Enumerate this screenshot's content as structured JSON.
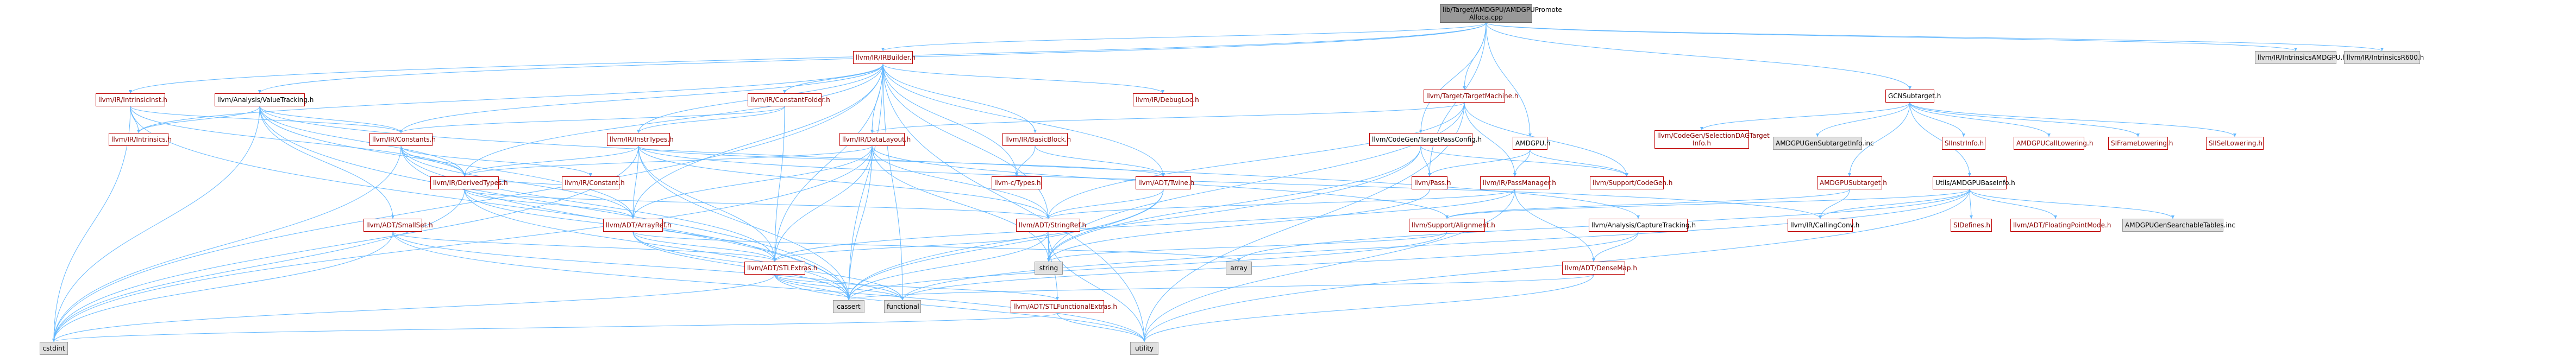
{
  "graph": {
    "nodes": [
      {
        "id": "root",
        "label": "lib/Target/AMDGPU/AMDGPUPromote\nAlloca.cpp",
        "kind": "root"
      },
      {
        "id": "irbuilder",
        "label": "llvm/IR/IRBuilder.h",
        "kind": "red"
      },
      {
        "id": "amdgpuh",
        "label": "AMDGPU.h",
        "kind": "plain"
      },
      {
        "id": "targetmachine",
        "label": "llvm/Target/TargetMachine.h",
        "kind": "red"
      },
      {
        "id": "gcnsubtarget",
        "label": "GCNSubtarget.h",
        "kind": "plain"
      },
      {
        "id": "intrinsicsamdgpu",
        "label": "llvm/IR/IntrinsicsAMDGPU.h",
        "kind": "gray"
      },
      {
        "id": "intrinsicsr600",
        "label": "llvm/IR/IntrinsicsR600.h",
        "kind": "gray"
      },
      {
        "id": "intrinsicinst",
        "label": "llvm/IR/IntrinsicInst.h",
        "kind": "red"
      },
      {
        "id": "valuetracking",
        "label": "llvm/Analysis/ValueTracking.h",
        "kind": "plain"
      },
      {
        "id": "constantfolder",
        "label": "llvm/IR/ConstantFolder.h",
        "kind": "red"
      },
      {
        "id": "debugloc",
        "label": "llvm/IR/DebugLoc.h",
        "kind": "red"
      },
      {
        "id": "basicblock",
        "label": "llvm/IR/BasicBlock.h",
        "kind": "red"
      },
      {
        "id": "targetpassconfig",
        "label": "llvm/CodeGen/TargetPassConfig.h",
        "kind": "plain"
      },
      {
        "id": "codegenselectiondag",
        "label": "llvm/CodeGen/SelectionDAGTarget\nInfo.h",
        "kind": "red"
      },
      {
        "id": "amdgpugensubtargetinfo",
        "label": "AMDGPUGenSubtargetInfo.inc",
        "kind": "gray"
      },
      {
        "id": "siinstrinfo",
        "label": "SIInstrInfo.h",
        "kind": "red"
      },
      {
        "id": "amdgpucalllowering",
        "label": "AMDGPUCallLowering.h",
        "kind": "red"
      },
      {
        "id": "siframelowering",
        "label": "SIFrameLowering.h",
        "kind": "red"
      },
      {
        "id": "siisellowering",
        "label": "SIISelLowering.h",
        "kind": "red"
      },
      {
        "id": "irintrinsics",
        "label": "llvm/IR/Intrinsics.h",
        "kind": "red"
      },
      {
        "id": "irconstants",
        "label": "llvm/IR/Constants.h",
        "kind": "red"
      },
      {
        "id": "instrtypes",
        "label": "llvm/IR/InstrTypes.h",
        "kind": "red"
      },
      {
        "id": "datalayout",
        "label": "llvm/IR/DataLayout.h",
        "kind": "red"
      },
      {
        "id": "ctypes",
        "label": "llvm-c/Types.h",
        "kind": "red"
      },
      {
        "id": "twine",
        "label": "llvm/ADT/Twine.h",
        "kind": "red"
      },
      {
        "id": "pass",
        "label": "llvm/Pass.h",
        "kind": "red"
      },
      {
        "id": "passmanager",
        "label": "llvm/IR/PassManager.h",
        "kind": "red"
      },
      {
        "id": "supportcodegen",
        "label": "llvm/Support/CodeGen.h",
        "kind": "red"
      },
      {
        "id": "amdgpusubtarget",
        "label": "AMDGPUSubtarget.h",
        "kind": "red"
      },
      {
        "id": "amdgpubaseinfo",
        "label": "Utils/AMDGPUBaseInfo.h",
        "kind": "plain"
      },
      {
        "id": "deriveddtypes",
        "label": "llvm/IR/DerivedTypes.h",
        "kind": "red"
      },
      {
        "id": "irconstant",
        "label": "llvm/IR/Constant.h",
        "kind": "red"
      },
      {
        "id": "smallset",
        "label": "llvm/ADT/SmallSet.h",
        "kind": "red"
      },
      {
        "id": "arrayref",
        "label": "llvm/ADT/ArrayRef.h",
        "kind": "red"
      },
      {
        "id": "stringref",
        "label": "llvm/ADT/StringRef.h",
        "kind": "red"
      },
      {
        "id": "supportalignment",
        "label": "llvm/Support/Alignment.h",
        "kind": "red"
      },
      {
        "id": "capturetracking",
        "label": "llvm/Analysis/CaptureTracking.h",
        "kind": "plain"
      },
      {
        "id": "callingconv",
        "label": "llvm/IR/CallingConv.h",
        "kind": "plain"
      },
      {
        "id": "sidefines",
        "label": "SIDefines.h",
        "kind": "red"
      },
      {
        "id": "floatingpointmode",
        "label": "llvm/ADT/FloatingPointMode.h",
        "kind": "red"
      },
      {
        "id": "searchabletables",
        "label": "AMDGPUGenSearchableTables.inc",
        "kind": "gray"
      },
      {
        "id": "stlextras",
        "label": "llvm/ADT/STLExtras.h",
        "kind": "red"
      },
      {
        "id": "string",
        "label": "string",
        "kind": "gray"
      },
      {
        "id": "array",
        "label": "array",
        "kind": "gray"
      },
      {
        "id": "densemap",
        "label": "llvm/ADT/DenseMap.h",
        "kind": "red"
      },
      {
        "id": "cassert",
        "label": "cassert",
        "kind": "gray"
      },
      {
        "id": "functional",
        "label": "functional",
        "kind": "gray"
      },
      {
        "id": "stlfunctionalextras",
        "label": "llvm/ADT/STLFunctionalExtras.h",
        "kind": "red"
      },
      {
        "id": "cstdint",
        "label": "cstdint",
        "kind": "gray"
      },
      {
        "id": "utility",
        "label": "utility",
        "kind": "gray"
      }
    ],
    "edges": [
      [
        "root",
        "irbuilder"
      ],
      [
        "root",
        "amdgpuh"
      ],
      [
        "root",
        "targetmachine"
      ],
      [
        "root",
        "gcnsubtarget"
      ],
      [
        "root",
        "intrinsicsamdgpu"
      ],
      [
        "root",
        "intrinsicsr600"
      ],
      [
        "root",
        "intrinsicinst"
      ],
      [
        "root",
        "valuetracking"
      ],
      [
        "root",
        "targetpassconfig"
      ],
      [
        "root",
        "pass"
      ],
      [
        "irbuilder",
        "constantfolder"
      ],
      [
        "irbuilder",
        "debugloc"
      ],
      [
        "irbuilder",
        "basicblock"
      ],
      [
        "irbuilder",
        "datalayout"
      ],
      [
        "irbuilder",
        "irconstants"
      ],
      [
        "irbuilder",
        "instrtypes"
      ],
      [
        "irbuilder",
        "deriveddtypes"
      ],
      [
        "irbuilder",
        "arrayref"
      ],
      [
        "irbuilder",
        "stringref"
      ],
      [
        "irbuilder",
        "twine"
      ],
      [
        "irbuilder",
        "ctypes"
      ],
      [
        "irbuilder",
        "stlextras"
      ],
      [
        "irbuilder",
        "cassert"
      ],
      [
        "irbuilder",
        "cstdint"
      ],
      [
        "irbuilder",
        "functional"
      ],
      [
        "irbuilder",
        "utility"
      ],
      [
        "irbuilder",
        "irintrinsics"
      ],
      [
        "amdgpuh",
        "pass"
      ],
      [
        "amdgpuh",
        "passmanager"
      ],
      [
        "amdgpuh",
        "supportcodegen"
      ],
      [
        "targetmachine",
        "datalayout"
      ],
      [
        "targetmachine",
        "passmanager"
      ],
      [
        "targetmachine",
        "supportcodegen"
      ],
      [
        "targetmachine",
        "stringref"
      ],
      [
        "targetmachine",
        "string"
      ],
      [
        "targetmachine",
        "utility"
      ],
      [
        "gcnsubtarget",
        "amdgpusubtarget"
      ],
      [
        "gcnsubtarget",
        "codegenselectiondag"
      ],
      [
        "gcnsubtarget",
        "amdgpugensubtargetinfo"
      ],
      [
        "gcnsubtarget",
        "siinstrinfo"
      ],
      [
        "gcnsubtarget",
        "amdgpucalllowering"
      ],
      [
        "gcnsubtarget",
        "siframelowering"
      ],
      [
        "gcnsubtarget",
        "siisellowering"
      ],
      [
        "gcnsubtarget",
        "amdgpubaseinfo"
      ],
      [
        "intrinsicinst",
        "irconstants"
      ],
      [
        "intrinsicinst",
        "deriveddtypes"
      ],
      [
        "intrinsicinst",
        "irintrinsics"
      ],
      [
        "intrinsicinst",
        "cassert"
      ],
      [
        "intrinsicinst",
        "cstdint"
      ],
      [
        "valuetracking",
        "capturetracking"
      ],
      [
        "valuetracking",
        "irconstants"
      ],
      [
        "valuetracking",
        "deriveddtypes"
      ],
      [
        "valuetracking",
        "arrayref"
      ],
      [
        "valuetracking",
        "smallset"
      ],
      [
        "valuetracking",
        "cassert"
      ],
      [
        "valuetracking",
        "cstdint"
      ],
      [
        "valuetracking",
        "irintrinsics"
      ],
      [
        "constantfolder",
        "irconstants"
      ],
      [
        "constantfolder",
        "instrtypes"
      ],
      [
        "constantfolder",
        "stlextras"
      ],
      [
        "basicblock",
        "twine"
      ],
      [
        "basicblock",
        "ctypes"
      ],
      [
        "targetpassconfig",
        "pass"
      ],
      [
        "targetpassconfig",
        "supportcodegen"
      ],
      [
        "targetpassconfig",
        "cassert"
      ],
      [
        "targetpassconfig",
        "string"
      ],
      [
        "irconstants",
        "irconstant"
      ],
      [
        "irconstants",
        "deriveddtypes"
      ],
      [
        "irconstants",
        "arrayref"
      ],
      [
        "irconstants",
        "stlextras"
      ],
      [
        "irconstants",
        "cassert"
      ],
      [
        "irconstants",
        "cstdint"
      ],
      [
        "instrtypes",
        "deriveddtypes"
      ],
      [
        "instrtypes",
        "arrayref"
      ],
      [
        "instrtypes",
        "stlextras"
      ],
      [
        "instrtypes",
        "stringref"
      ],
      [
        "instrtypes",
        "twine"
      ],
      [
        "instrtypes",
        "callingconv"
      ],
      [
        "instrtypes",
        "cassert"
      ],
      [
        "instrtypes",
        "cstdint"
      ],
      [
        "datalayout",
        "deriveddtypes"
      ],
      [
        "datalayout",
        "arrayref"
      ],
      [
        "datalayout",
        "stlextras"
      ],
      [
        "datalayout",
        "stringref"
      ],
      [
        "datalayout",
        "supportalignment"
      ],
      [
        "datalayout",
        "cassert"
      ],
      [
        "datalayout",
        "cstdint"
      ],
      [
        "datalayout",
        "string"
      ],
      [
        "twine",
        "stringref"
      ],
      [
        "twine",
        "cassert"
      ],
      [
        "twine",
        "string"
      ],
      [
        "pass",
        "string"
      ],
      [
        "passmanager",
        "densemap"
      ],
      [
        "passmanager",
        "stlextras"
      ],
      [
        "passmanager",
        "stringref"
      ],
      [
        "passmanager",
        "utility"
      ],
      [
        "amdgpusubtarget",
        "supportalignment"
      ],
      [
        "amdgpusubtarget",
        "callingconv"
      ],
      [
        "amdgpubaseinfo",
        "sidefines"
      ],
      [
        "amdgpubaseinfo",
        "floatingpointmode"
      ],
      [
        "amdgpubaseinfo",
        "searchabletables"
      ],
      [
        "amdgpubaseinfo",
        "callingconv"
      ],
      [
        "amdgpubaseinfo",
        "supportalignment"
      ],
      [
        "amdgpubaseinfo",
        "array"
      ],
      [
        "amdgpubaseinfo",
        "functional"
      ],
      [
        "amdgpubaseinfo",
        "utility"
      ],
      [
        "deriveddtypes",
        "arrayref"
      ],
      [
        "deriveddtypes",
        "stlextras"
      ],
      [
        "deriveddtypes",
        "stringref"
      ],
      [
        "deriveddtypes",
        "cassert"
      ],
      [
        "deriveddtypes",
        "cstdint"
      ],
      [
        "irconstant",
        "deriveddtypes"
      ],
      [
        "smallset",
        "stlextras"
      ],
      [
        "smallset",
        "utility"
      ],
      [
        "smallset",
        "functional"
      ],
      [
        "smallset",
        "cstdint"
      ],
      [
        "arrayref",
        "stlextras"
      ],
      [
        "arrayref",
        "cassert"
      ],
      [
        "arrayref",
        "functional"
      ],
      [
        "arrayref",
        "array"
      ],
      [
        "stringref",
        "stlextras"
      ],
      [
        "stringref",
        "stlfunctionalextras"
      ],
      [
        "stringref",
        "cassert"
      ],
      [
        "stringref",
        "string"
      ],
      [
        "stringref",
        "utility"
      ],
      [
        "supportalignment",
        "cassert"
      ],
      [
        "supportalignment",
        "string"
      ],
      [
        "capturetracking",
        "densemap"
      ],
      [
        "capturetracking",
        "functional"
      ],
      [
        "densemap",
        "utility"
      ],
      [
        "densemap",
        "cassert"
      ],
      [
        "stlextras",
        "cassert"
      ],
      [
        "stlextras",
        "functional"
      ],
      [
        "stlextras",
        "utility"
      ],
      [
        "stlextras",
        "cstdint"
      ],
      [
        "stlextras",
        "stlfunctionalextras"
      ],
      [
        "stlfunctionalextras",
        "cstdint"
      ],
      [
        "stlfunctionalextras",
        "utility"
      ]
    ]
  }
}
